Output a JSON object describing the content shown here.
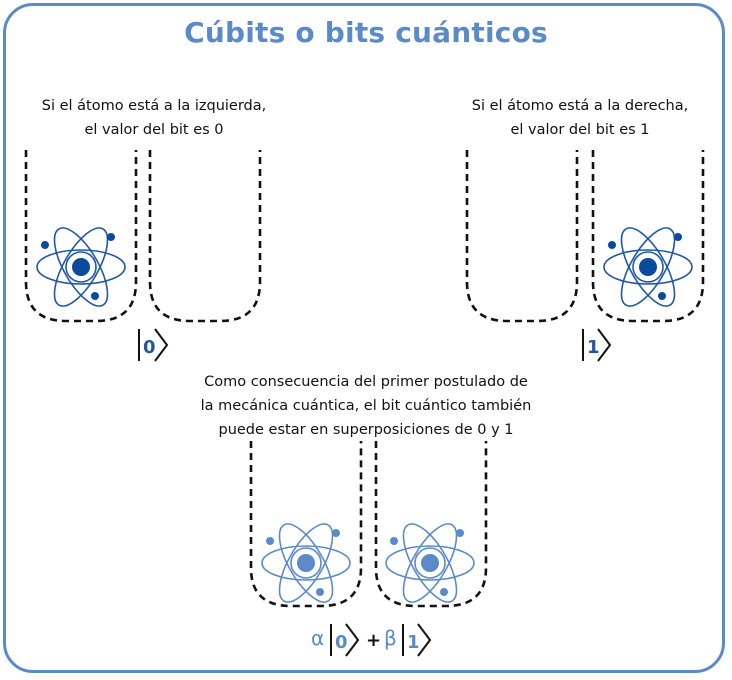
{
  "title": "Cúbits o bits cuánticos",
  "captions": {
    "left_line1": "Si el átomo está a la izquierda,",
    "left_line2": "el valor del bit es 0",
    "right_line1": "Si el átomo está a la derecha,",
    "right_line2": "el valor del bit es 1",
    "mid_line1": "Como consecuencia del primer postulado de",
    "mid_line2": "la mecánica cuántica, el bit cuántico también",
    "mid_line3": "puede estar en superposiciones de 0 y 1"
  },
  "kets": {
    "zero": "0",
    "one": "1",
    "alpha": "α",
    "beta": "β",
    "plus": "+"
  },
  "colors": {
    "accent": "#5b8ac9",
    "atom_dark": "#1f57a5",
    "atom_core_dark": "#0b4a9c",
    "atom_light": "#5b8ac9",
    "atom_core_light": "#5b8ac9",
    "dash": "#111111"
  }
}
